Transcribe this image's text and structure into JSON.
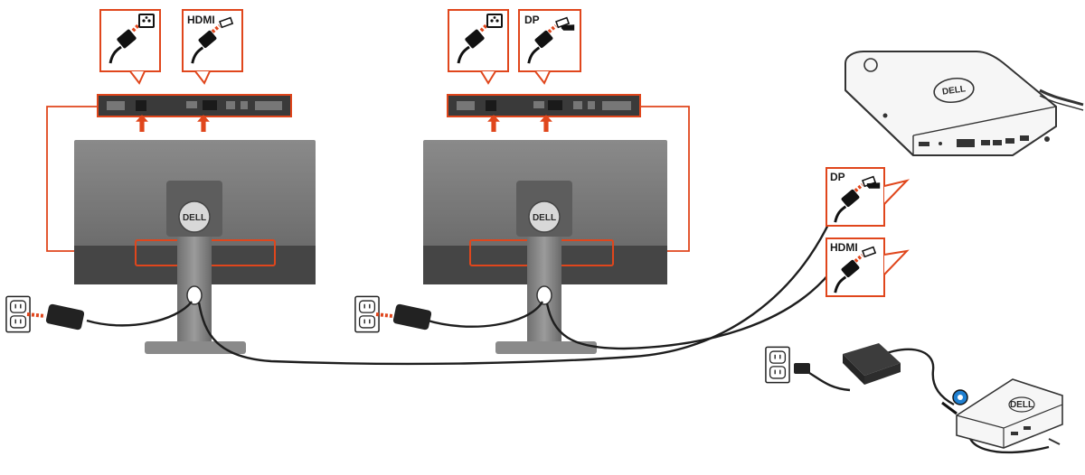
{
  "colors": {
    "accent": "#e0461c",
    "monitor_dark": "#4a4a4a",
    "monitor_mid": "#7b7b7b",
    "port_bar": "#3a3a3a",
    "cable": "#1e1e1e"
  },
  "callouts": {
    "monitor1_power": "",
    "monitor1_video": "HDMI",
    "monitor2_power": "",
    "monitor2_video": "DP",
    "dock_dp": "DP",
    "dock_hdmi": "HDMI"
  },
  "brand": {
    "monitor1_logo": "DELL",
    "monitor2_logo": "DELL",
    "dock_logo": "DELL",
    "dock_small_logo": "DELL"
  },
  "icons": {
    "power_plug": "power-plug-icon",
    "power_port": "power-port-icon",
    "hdmi_plug": "hdmi-plug-icon",
    "hdmi_port": "hdmi-port-icon",
    "dp_plug": "displayport-plug-icon",
    "dp_port": "displayport-port-icon",
    "wall_outlet": "wall-outlet-icon",
    "power_adapter": "power-adapter-icon",
    "up_arrow": "arrow-up-icon"
  }
}
